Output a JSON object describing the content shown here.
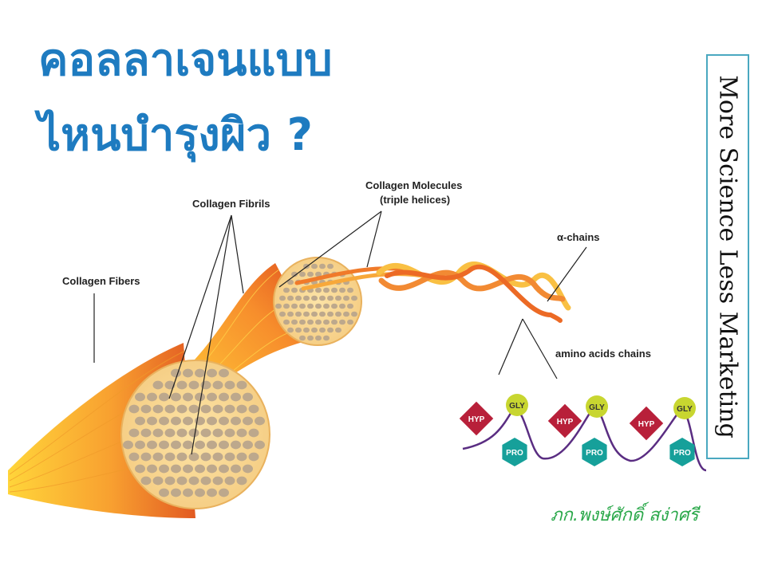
{
  "title": {
    "line1": "คอลลาเจนแบบ",
    "line2": "ไหนบำรุงผิว ?"
  },
  "sidebar": {
    "text": "More Science Less Marketing"
  },
  "diagram": {
    "labels": {
      "fibers": "Collagen Fibers",
      "fibrils": "Collagen Fibrils",
      "molecules_line1": "Collagen Molecules",
      "molecules_line2": "(triple helices)",
      "alpha_chains": "α-chains",
      "amino_acids": "amino acids chains"
    },
    "amino_units": [
      "HYP",
      "GLY",
      "PRO",
      "HYP",
      "GLY",
      "PRO",
      "HYP",
      "GLY",
      "PRO"
    ],
    "colors": {
      "hyp": "#b8203a",
      "gly": "#c8d630",
      "pro": "#16a09a",
      "chain": "#5a2d82",
      "fiber": "#ef7a2a"
    }
  },
  "author": "ภก.พงษ์ศักดิ์ สง่าศรี"
}
